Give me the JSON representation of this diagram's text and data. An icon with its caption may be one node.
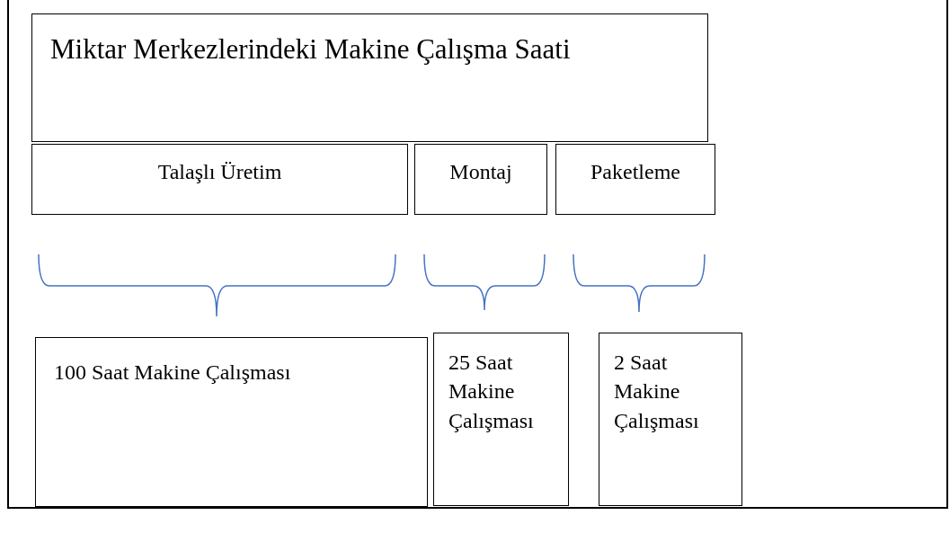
{
  "diagram": {
    "nodes": [
      {
        "text": [
          "Miktar Merkezlerindeki Makine Çalışma Saati"
        ]
      },
      {
        "text": [
          "Talaşlı Üretim"
        ]
      },
      {
        "text": [
          "Montaj"
        ]
      },
      {
        "text": [
          "Paketleme"
        ]
      },
      {
        "text": [
          "100 Saat Makine Çalışması"
        ]
      },
      {
        "text": [
          "25 Saat Makine Çalışması"
        ]
      },
      {
        "text": [
          "2 Saat Makine Çalışması"
        ]
      }
    ]
  }
}
